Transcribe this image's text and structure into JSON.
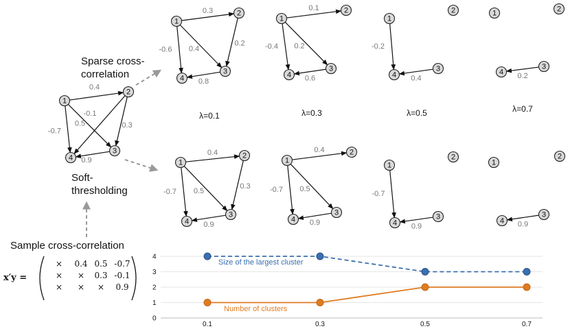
{
  "captions": {
    "sparse": [
      "Sparse cross-",
      "correlation"
    ],
    "soft": [
      "Soft-",
      "thresholding"
    ],
    "sample": "Sample cross-correlation"
  },
  "lambda_prefix": "λ=",
  "matrix": {
    "lhs": "x′y =",
    "rows": [
      [
        "×",
        "0.4",
        "0.5",
        "-0.7"
      ],
      [
        "×",
        "×",
        "0.3",
        "-0.1"
      ],
      [
        "×",
        "×",
        "×",
        "0.9"
      ]
    ]
  },
  "graphs": [
    {
      "id": "input",
      "edges": [
        [
          "1",
          "2",
          "0.4"
        ],
        [
          "1",
          "3",
          "0.5"
        ],
        [
          "1",
          "4",
          "-0.7"
        ],
        [
          "2",
          "3",
          "0.3"
        ],
        [
          "2",
          "4",
          "-0.1"
        ],
        [
          "3",
          "4",
          "0.9"
        ]
      ]
    },
    {
      "id": "sparse-0.1",
      "lambda": "0.1",
      "edges": [
        [
          "1",
          "2",
          "0.3"
        ],
        [
          "1",
          "3",
          "0.4"
        ],
        [
          "1",
          "4",
          "-0.6"
        ],
        [
          "2",
          "3",
          "0.2"
        ],
        [
          "3",
          "4",
          "0.8"
        ]
      ]
    },
    {
      "id": "sparse-0.3",
      "lambda": "0.3",
      "edges": [
        [
          "1",
          "2",
          "0.1"
        ],
        [
          "1",
          "3",
          "0.2"
        ],
        [
          "1",
          "4",
          "-0.4"
        ],
        [
          "3",
          "4",
          "0.6"
        ]
      ]
    },
    {
      "id": "sparse-0.5",
      "lambda": "0.5",
      "edges": [
        [
          "1",
          "4",
          "-0.2"
        ],
        [
          "3",
          "4",
          "0.4"
        ]
      ]
    },
    {
      "id": "sparse-0.7",
      "lambda": "0.7",
      "edges": [
        [
          "3",
          "4",
          "0.2"
        ]
      ]
    },
    {
      "id": "soft-0.1",
      "edges": [
        [
          "1",
          "2",
          "0.4"
        ],
        [
          "1",
          "3",
          "0.5"
        ],
        [
          "1",
          "4",
          "-0.7"
        ],
        [
          "2",
          "3",
          "0.3"
        ],
        [
          "3",
          "4",
          "0.9"
        ]
      ]
    },
    {
      "id": "soft-0.3",
      "edges": [
        [
          "1",
          "2",
          "0.4"
        ],
        [
          "1",
          "3",
          "0.5"
        ],
        [
          "1",
          "4",
          "-0.7"
        ],
        [
          "3",
          "4",
          "0.9"
        ]
      ]
    },
    {
      "id": "soft-0.5",
      "edges": [
        [
          "1",
          "4",
          "-0.7"
        ],
        [
          "3",
          "4",
          "0.9"
        ]
      ]
    },
    {
      "id": "soft-0.7",
      "edges": [
        [
          "3",
          "4",
          "0.9"
        ]
      ]
    }
  ],
  "chart_data": {
    "type": "line",
    "x": [
      0.1,
      0.3,
      0.5,
      0.7
    ],
    "x_tick_labels": [
      "0.1",
      "0.3",
      "0.5",
      "0.7"
    ],
    "y_ticks": [
      "0",
      "1",
      "2",
      "3",
      "4"
    ],
    "ylim": [
      0,
      4
    ],
    "series": [
      {
        "name": "Size of the largest cluster",
        "values": [
          4,
          4,
          3,
          3
        ],
        "color": "#3a6fb0",
        "dashed": true
      },
      {
        "name": "Number of clusters",
        "values": [
          1,
          1,
          2,
          2
        ],
        "color": "#e07b20",
        "dashed": false
      }
    ]
  }
}
